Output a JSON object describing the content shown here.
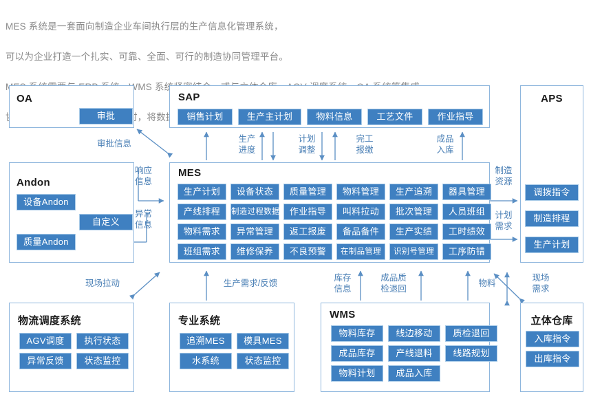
{
  "intro": {
    "lines": [
      "MES 系统是一套面向制造企业车间执行层的生产信息化管理系统，",
      "可以为企业打造一个扎实、可靠、全面、可行的制造协同管理平台。",
      "MES 系统需要与 ERP 系统、WMS 系统紧密结合，或与立体仓库、AGV 调度系统、OA 系统等集成，",
      "协同各系统开展各自业务的同时，将数据集中管理，以统一门户呈现到管理层。"
    ]
  },
  "colors": {
    "chip_bg": "#3f80c1",
    "chip_border": "#a9cbe8",
    "box_border": "#8eb6dd",
    "label_text": "#4a7fb5",
    "intro_text": "#8a8a8a"
  },
  "boxes": {
    "oa": {
      "title": "OA",
      "chips": [
        "审批"
      ]
    },
    "sap": {
      "title": "SAP",
      "chips": [
        "销售计划",
        "生产主计划",
        "物料信息",
        "工艺文件",
        "作业指导"
      ]
    },
    "aps": {
      "title": "APS",
      "chips": [
        "调拨指令",
        "制造排程",
        "生产计划"
      ]
    },
    "andon": {
      "title": "Andon",
      "chips": [
        "设备Andon",
        "自定义",
        "质量Andon"
      ]
    },
    "mes": {
      "title": "MES",
      "chips": [
        "生产计划",
        "设备状态",
        "质量管理",
        "物料管理",
        "生产追溯",
        "器具管理",
        "产线排程",
        "制造过程数据",
        "作业指导",
        "叫料拉动",
        "批次管理",
        "人员班组",
        "物料需求",
        "异常管理",
        "返工报废",
        "备品备件",
        "生产实绩",
        "工时绩效",
        "班组需求",
        "维修保养",
        "不良预警",
        "在制品管理",
        "识别号管理",
        "工序防错"
      ]
    },
    "logistics": {
      "title": "物流调度系统",
      "chips": [
        "AGV调度",
        "执行状态",
        "异常反馈",
        "状态监控"
      ]
    },
    "pro": {
      "title": "专业系统",
      "chips": [
        "追溯MES",
        "模具MES",
        "水系统",
        "状态监控"
      ]
    },
    "wms": {
      "title": "WMS",
      "chips": [
        "物料库存",
        "线边移动",
        "质检退回",
        "成品库存",
        "产线退料",
        "线路规划",
        "物料计划",
        "成品入库"
      ]
    },
    "warehouse": {
      "title": "立体仓库",
      "chips": [
        "入库指令",
        "出库指令"
      ]
    }
  },
  "arrow_labels": {
    "approval_info": "审批信息",
    "response_info": "响应\n信息",
    "exception_info": "异常\n信息",
    "production_progress": "生产\n进度",
    "plan_adjust": "计划\n调整",
    "completion_report": "完工\n报缴",
    "finished_in": "成品\n入库",
    "manufacturing_resource": "制造\n资源",
    "plan_demand": "计划\n需求",
    "site_pull": "现场拉动",
    "production_demand_feedback": "生产需求/反馈",
    "stock_info": "库存\n信息",
    "quality_return": "成品质\n检退回",
    "material": "物料",
    "site_demand": "现场\n需求"
  }
}
